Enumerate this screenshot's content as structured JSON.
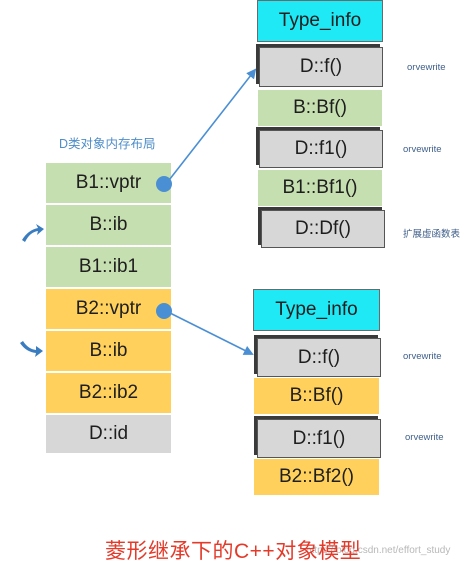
{
  "layout_caption": "D类对象内存布局",
  "object_layout": [
    {
      "label": "B1::vptr",
      "color": "green"
    },
    {
      "label": "B::ib",
      "color": "green"
    },
    {
      "label": "B1::ib1",
      "color": "green"
    },
    {
      "label": "B2::vptr",
      "color": "yellow"
    },
    {
      "label": "B::ib",
      "color": "yellow"
    },
    {
      "label": "B2::ib2",
      "color": "yellow"
    },
    {
      "label": "D::id",
      "color": "gray"
    }
  ],
  "vtable_top": [
    {
      "label": "Type_info",
      "color": "cyan"
    },
    {
      "label": "D::f()",
      "color": "gray",
      "note": "orvewrite"
    },
    {
      "label": "B::Bf()",
      "color": "green"
    },
    {
      "label": "D::f1()",
      "color": "gray",
      "note": "orvewrite"
    },
    {
      "label": "B1::Bf1()",
      "color": "green"
    },
    {
      "label": "D::Df()",
      "color": "gray",
      "note": "扩展虚函数表"
    }
  ],
  "vtable_bottom": [
    {
      "label": "Type_info",
      "color": "cyan"
    },
    {
      "label": "D::f()",
      "color": "gray",
      "note": "orvewrite"
    },
    {
      "label": "B::Bf()",
      "color": "yellow"
    },
    {
      "label": "D::f1()",
      "color": "gray",
      "note": "orvewrite"
    },
    {
      "label": "B2::Bf2()",
      "color": "yellow"
    }
  ],
  "title": "菱形继承下的C++对象模型",
  "watermark": "https://blog.csdn.net/effort_study",
  "colors": {
    "green": "#c6dfb0",
    "yellow": "#ffd15c",
    "gray": "#d7d7d7",
    "cyan": "#1ee9f5",
    "arrow": "#4a8fd4",
    "title": "#e43a2a"
  }
}
